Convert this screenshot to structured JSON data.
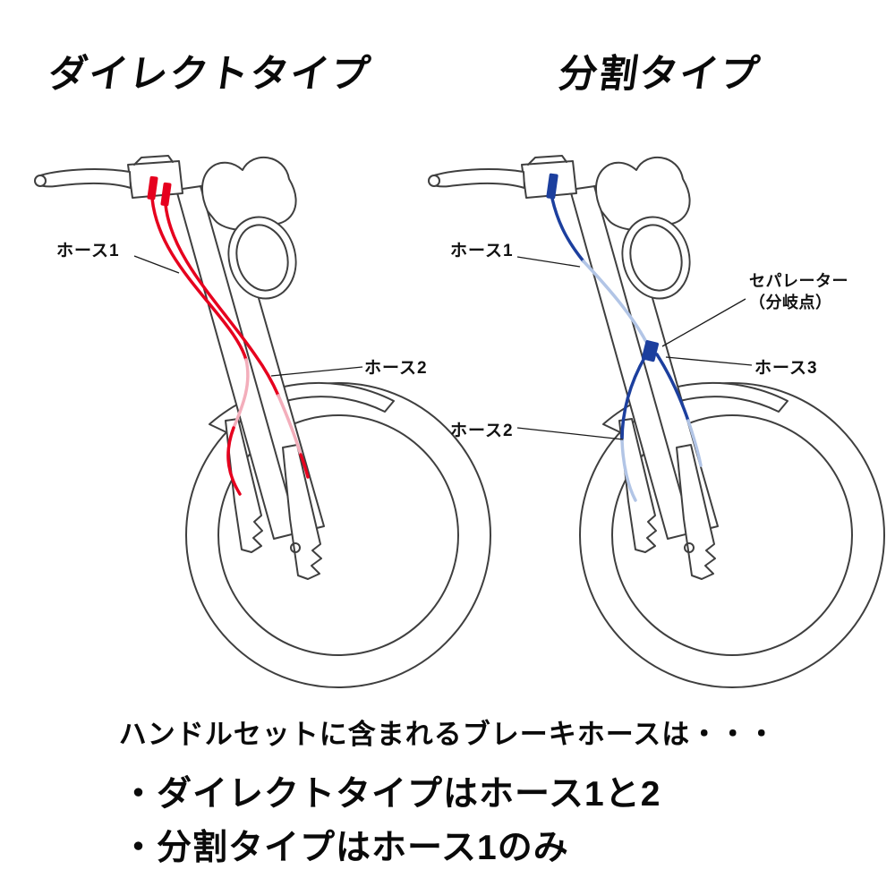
{
  "titles": {
    "direct": "ダイレクトタイプ",
    "split": "分割タイプ"
  },
  "direct_diagram": {
    "hose1_label": "ホース1",
    "hose2_label": "ホース2",
    "hose_color": "#e6001e",
    "hose_color_pale": "#f3aebb"
  },
  "split_diagram": {
    "hose1_label": "ホース1",
    "hose2_label": "ホース2",
    "hose3_label": "ホース3",
    "separator_label_line1": "セパレーター",
    "separator_label_line2": "（分岐点）",
    "hose_color": "#1c3f9e",
    "hose_color_pale": "#b2c5e6"
  },
  "footer": {
    "intro": "ハンドルセットに含まれるブレーキホースは・・・",
    "bullet_direct": "・ダイレクトタイプはホース1と2",
    "bullet_split": "・分割タイプはホース1のみ"
  },
  "line_art_color": "#3f3f3f"
}
